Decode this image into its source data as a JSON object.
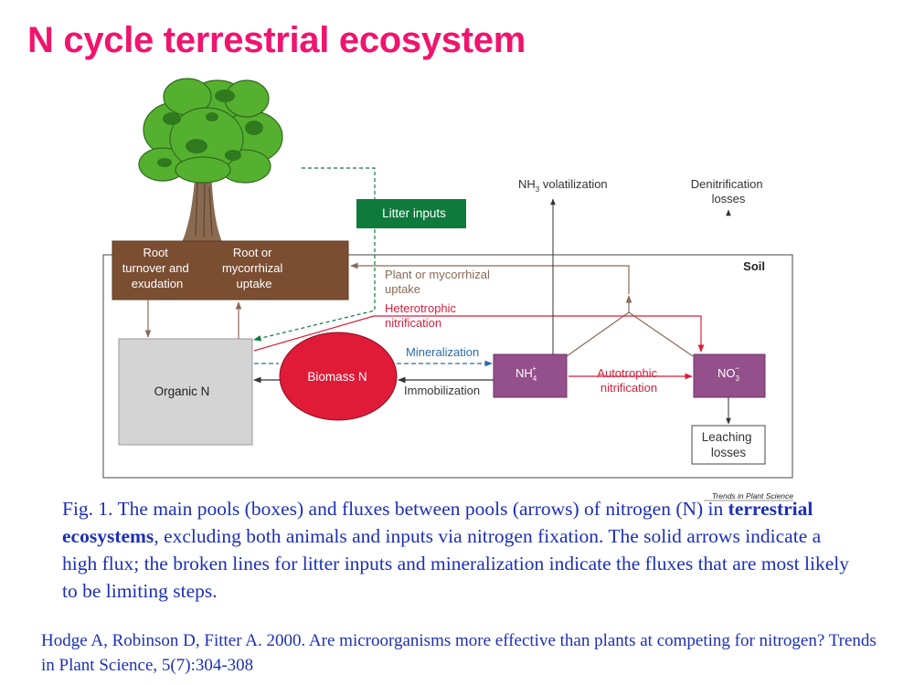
{
  "slide": {
    "title": "N cycle terrestrial ecosystem"
  },
  "diagram": {
    "soil_label": "Soil",
    "root_box": {
      "left": "Root turnover and exudation",
      "right": "Root or mycorrhizal uptake"
    },
    "litter_inputs": "Litter inputs",
    "nh3_volatilization": "NH3 volatilization",
    "denitrification": "Denitrification losses",
    "plant_uptake": "Plant or mycorrhizal uptake",
    "heterotrophic_nitrification": "Heterotrophic nitrification",
    "mineralization": "Mineralization",
    "immobilization": "Immobilization",
    "organic_n": "Organic N",
    "biomass_n": "Biomass N",
    "nh4": "NH4+",
    "autotrophic_nitrification": "Autotrophic nitrification",
    "no3": "NO3−",
    "leaching": "Leaching losses",
    "source_tag": "Trends in Plant Science",
    "colors": {
      "root_box": "#7b4e32",
      "litter_box": "#0e7a3b",
      "biomass": "#df1b38",
      "organic_box": "#d4d4d4",
      "n_box": "#93508a",
      "red_arrow": "#d81e3a",
      "brown_arrow": "#8a6a58",
      "mineralization_arrow": "#2c6aa8",
      "title": "#f0146e",
      "caption": "#1c2fb8"
    }
  },
  "caption": {
    "lead": "Fig. 1. The main pools (boxes) and fluxes between pools (arrows) of nitrogen (N) in ",
    "bold": "terrestrial ecosystems",
    "rest": ", excluding both animals and inputs via nitrogen fixation. The solid arrows indicate a high flux; the broken lines for litter inputs and mineralization indicate the fluxes that are most likely to be limiting steps."
  },
  "citation": "Hodge A, Robinson D, Fitter A. 2000. Are microorganisms more effective than plants at competing for nitrogen? Trends in Plant Science, 5(7):304-308"
}
